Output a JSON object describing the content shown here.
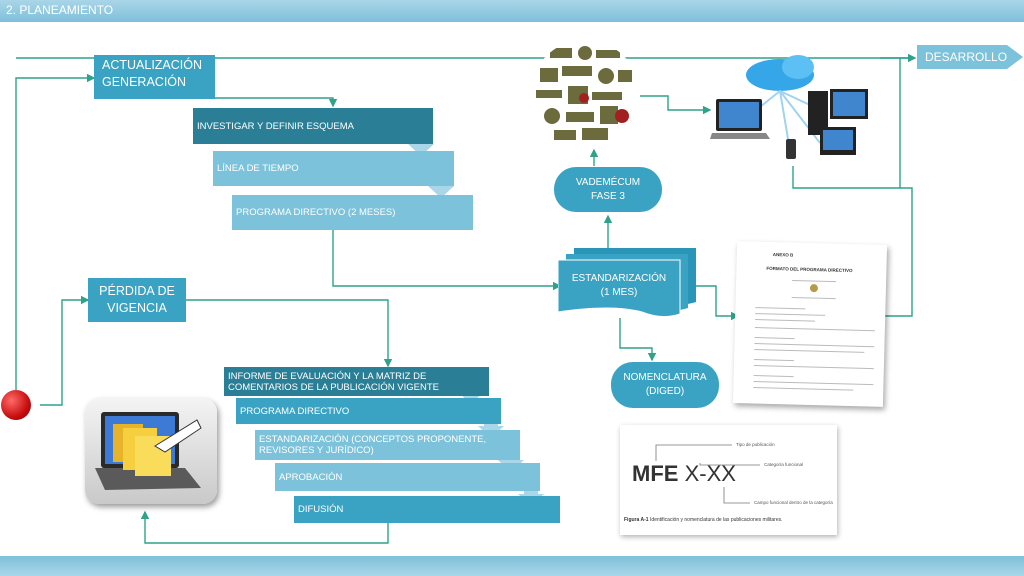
{
  "header": {
    "title": "2. PLANEAMIENTO"
  },
  "desarrollo": "DESARROLLO",
  "actualizacion": {
    "line1": "ACTUALIZACIÓN",
    "line2": "GENERACIÓN"
  },
  "perdida": {
    "line1": "PÉRDIDA DE",
    "line2": "VIGENCIA"
  },
  "steps_a": [
    "INVESTIGAR Y DEFINIR ESQUEMA",
    "LÍNEA DE TIEMPO",
    "PROGRAMA DIRECTIVO (2 MESES)"
  ],
  "steps_b": {
    "informe_line1": "INFORME DE EVALUACIÓN Y LA MATRIZ DE",
    "informe_line2": "COMENTARIOS DE LA PUBLICACIÓN VIGENTE",
    "programa": "PROGRAMA DIRECTIVO",
    "estandar_line1": "ESTANDARIZACIÓN (CONCEPTOS PROPONENTE,",
    "estandar_line2": "REVISORES Y JURÍDICO)",
    "aprobacion": "APROBACIÓN",
    "difusion": "DIFUSIÓN"
  },
  "vademecum": {
    "line1": "VADEMÉCUM",
    "line2": "FASE 3"
  },
  "estandarizacion": {
    "line1": "ESTANDARIZACIÓN",
    "line2": "(1 MES)"
  },
  "nomenclatura": {
    "line1": "NOMENCLATURA",
    "line2": "(DIGED)"
  },
  "doc": {
    "anexo": "ANEXO B",
    "title": "FORMATO DEL PROGRAMA DIRECTIVO"
  },
  "mfe": {
    "code_bold": "MFE",
    "code_rest": "X-XX",
    "label1": "Tipo de publicación",
    "label2": "Categoría funcional",
    "label3": "Campo funcional dentro de la categoría",
    "caption_bold": "Figura A-1",
    "caption_rest": "Identificación y nomenclatura de las publicaciones militares."
  },
  "colors": {
    "dark": "#2a7f96",
    "mid": "#3aa3c3",
    "light": "#7cc2da",
    "line": "#2ea28a",
    "red": "#d61f1f"
  }
}
